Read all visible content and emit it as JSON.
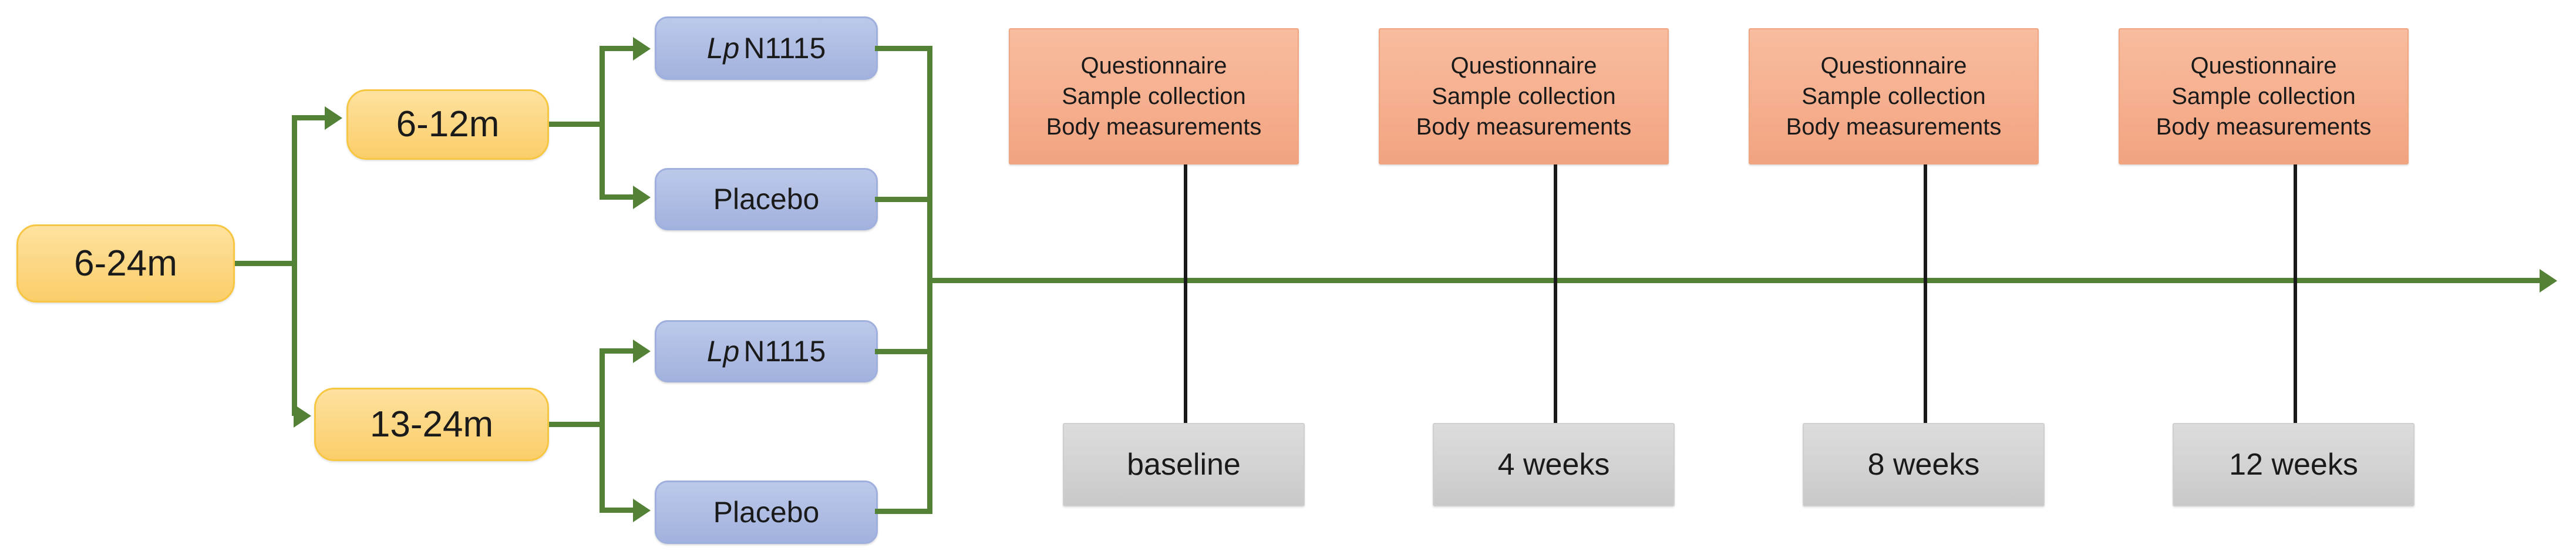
{
  "diagram": {
    "title_text": "",
    "colors": {
      "arrow_green": "#538135",
      "age_group_fill": "#FCD681",
      "arm_fill": "#AEBCE3",
      "assessment_fill": "#F5AF8E",
      "timepoint_fill": "#D2D2D2",
      "timeline_tick": "#1A1A1A"
    },
    "enrollment": {
      "label": "6-24m"
    },
    "age_groups": [
      {
        "label": "6-12m"
      },
      {
        "label": "13-24m"
      }
    ],
    "arms": [
      {
        "group": "6-12m",
        "treatment_prefix": "Lp",
        "treatment_suffix": " N1115",
        "label": "Lp N1115"
      },
      {
        "group": "6-12m",
        "label": "Placebo"
      },
      {
        "group": "13-24m",
        "treatment_prefix": "Lp",
        "treatment_suffix": " N1115",
        "label": "Lp N1115"
      },
      {
        "group": "13-24m",
        "label": "Placebo"
      }
    ],
    "assessments": [
      {
        "lines": [
          "Questionnaire",
          "Sample collection",
          "Body measurements"
        ]
      },
      {
        "lines": [
          "Questionnaire",
          "Sample collection",
          "Body measurements"
        ]
      },
      {
        "lines": [
          "Questionnaire",
          "Sample collection",
          "Body measurements"
        ]
      },
      {
        "lines": [
          "Questionnaire",
          "Sample collection",
          "Body measurements"
        ]
      }
    ],
    "timepoints": [
      {
        "label": "baseline"
      },
      {
        "label": "4 weeks"
      },
      {
        "label": "8 weeks"
      },
      {
        "label": "12 weeks"
      }
    ]
  }
}
